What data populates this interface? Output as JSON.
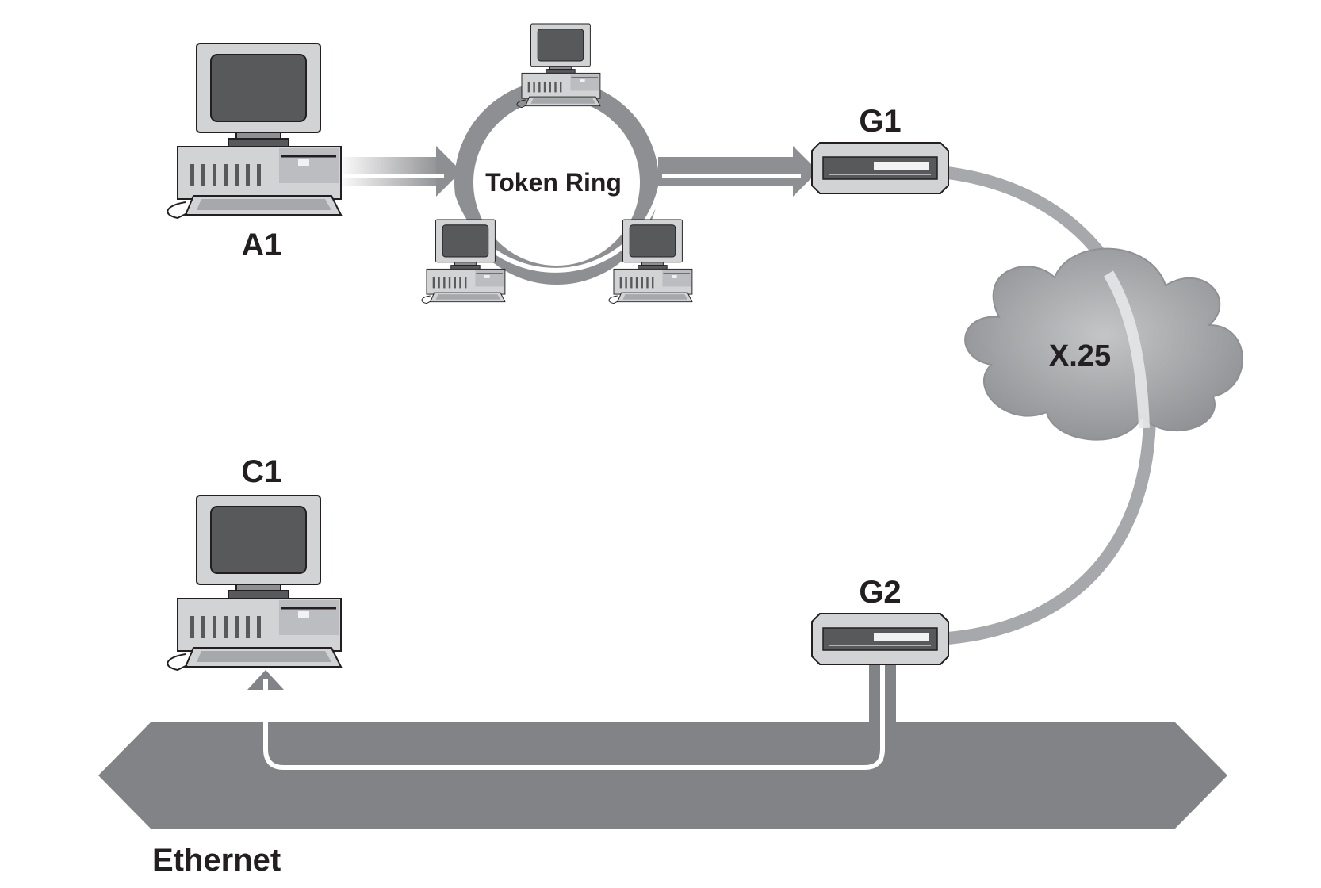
{
  "labels": {
    "a1": "A1",
    "c1": "C1",
    "g1": "G1",
    "g2": "G2",
    "token_ring": "Token Ring",
    "x25": "X.25",
    "ethernet": "Ethernet"
  },
  "colors": {
    "network_gray": "#828386",
    "ring_gray": "#8e8f92",
    "cloud_gray": "#a7a8ab",
    "device_light": "#d2d3d5",
    "device_dark": "#58595b",
    "outline": "#231f20",
    "path_white": "#ffffff"
  }
}
